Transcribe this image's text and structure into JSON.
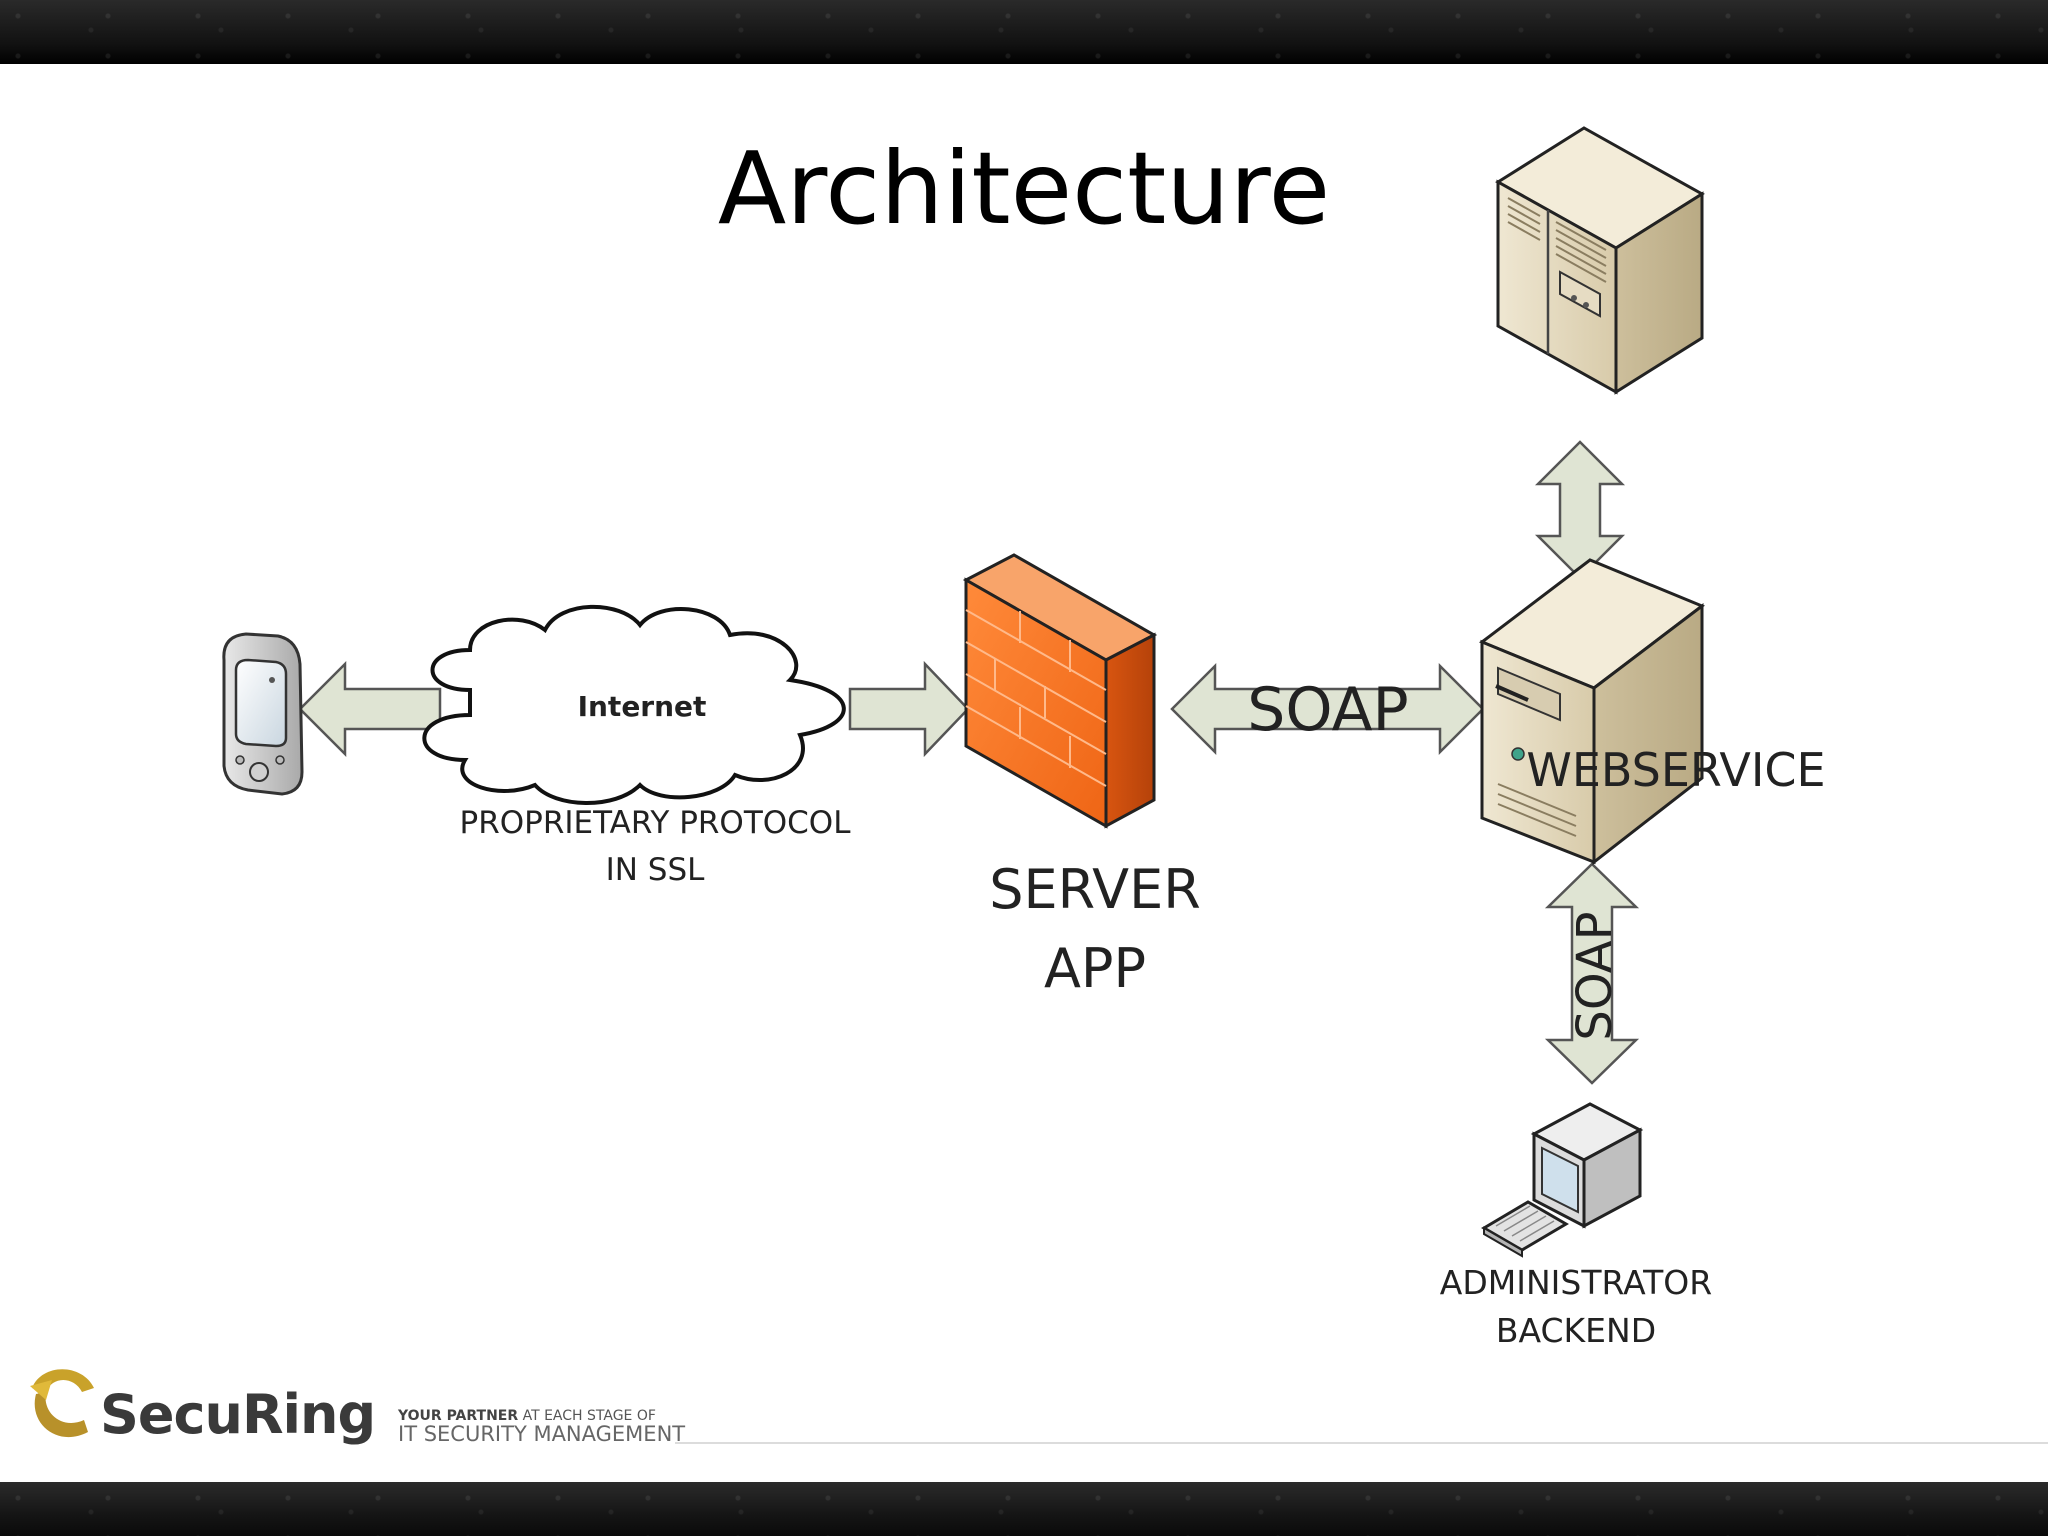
{
  "slide": {
    "title": "Architecture"
  },
  "diagram": {
    "internet_label": "Internet",
    "protocol_line1": "PROPRIETARY PROTOCOL",
    "protocol_line2": "IN SSL",
    "soap_horizontal": "SOAP",
    "soap_vertical": "SOAP",
    "server_line1": "SERVER",
    "server_line2": "APP",
    "webservice": "WEBSERVICE",
    "admin_line1": "ADMINISTRATOR",
    "admin_line2": "BACKEND"
  },
  "footer": {
    "logo_text": "SecuRing",
    "tagline_bold": "YOUR PARTNER",
    "tagline_rest": "AT EACH STAGE OF",
    "tagline_line2": "IT SECURITY MANAGEMENT"
  },
  "colors": {
    "arrow_fill": "#dfe4d3",
    "arrow_stroke": "#555555",
    "firewall": "#f26b1d",
    "server_beige": "#e6dcc3"
  }
}
